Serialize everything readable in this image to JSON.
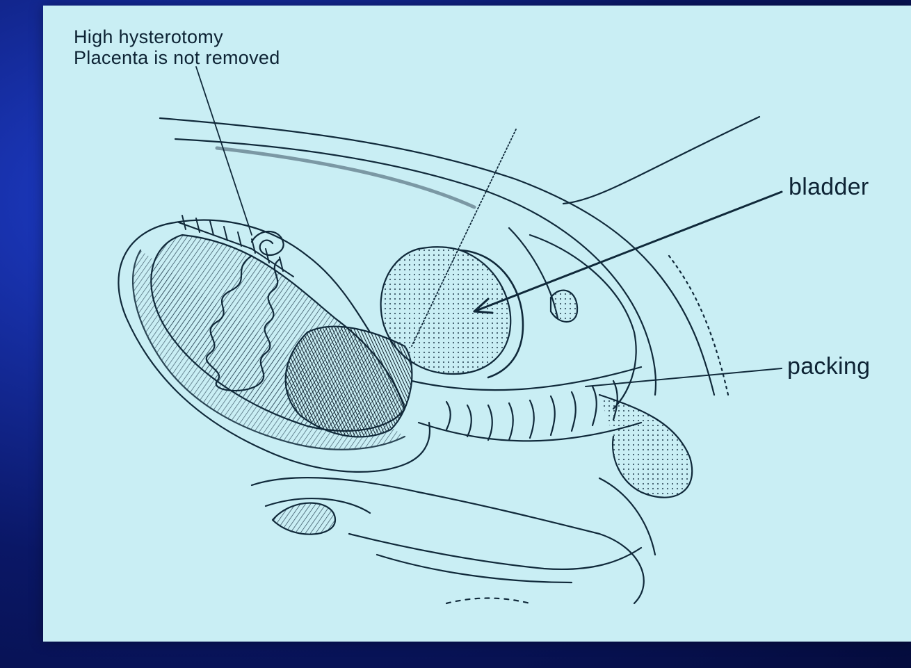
{
  "annotations": {
    "hysterotomy_line1": "High hysterotomy",
    "hysterotomy_line2": "Placenta is not removed",
    "bladder": "bladder",
    "packing": "packing"
  },
  "colors": {
    "slide_background": "#c9eef4",
    "ink": "#0d2334",
    "screen_surround": "#0a1766"
  }
}
